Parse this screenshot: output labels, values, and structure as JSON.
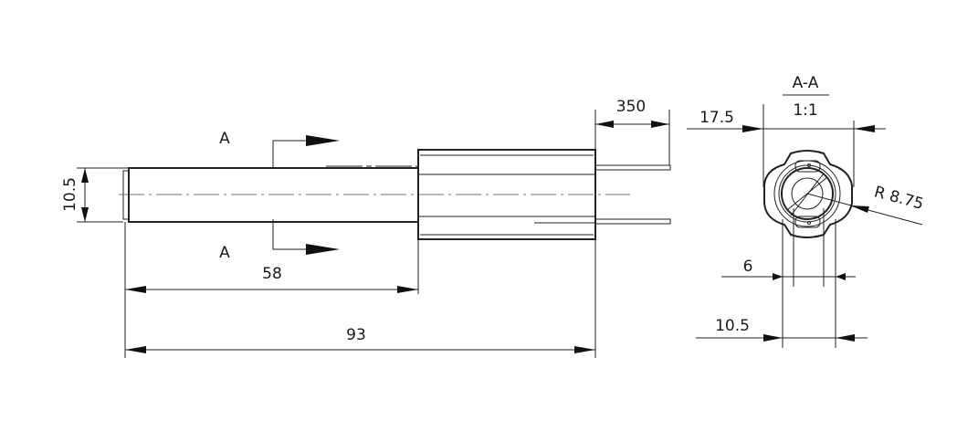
{
  "drawing": {
    "section_label_top": "A",
    "section_label_bottom": "A",
    "dimensions": {
      "shaft_diameter": "10.5",
      "length_to_hub": "58",
      "overall_length": "93",
      "pin_length": "350"
    },
    "section_view": {
      "title": "A-A",
      "scale": "1:1",
      "outer_width": "17.5",
      "radius": "R 8.75",
      "bore": "6",
      "inner_diameter": "10.5"
    }
  }
}
